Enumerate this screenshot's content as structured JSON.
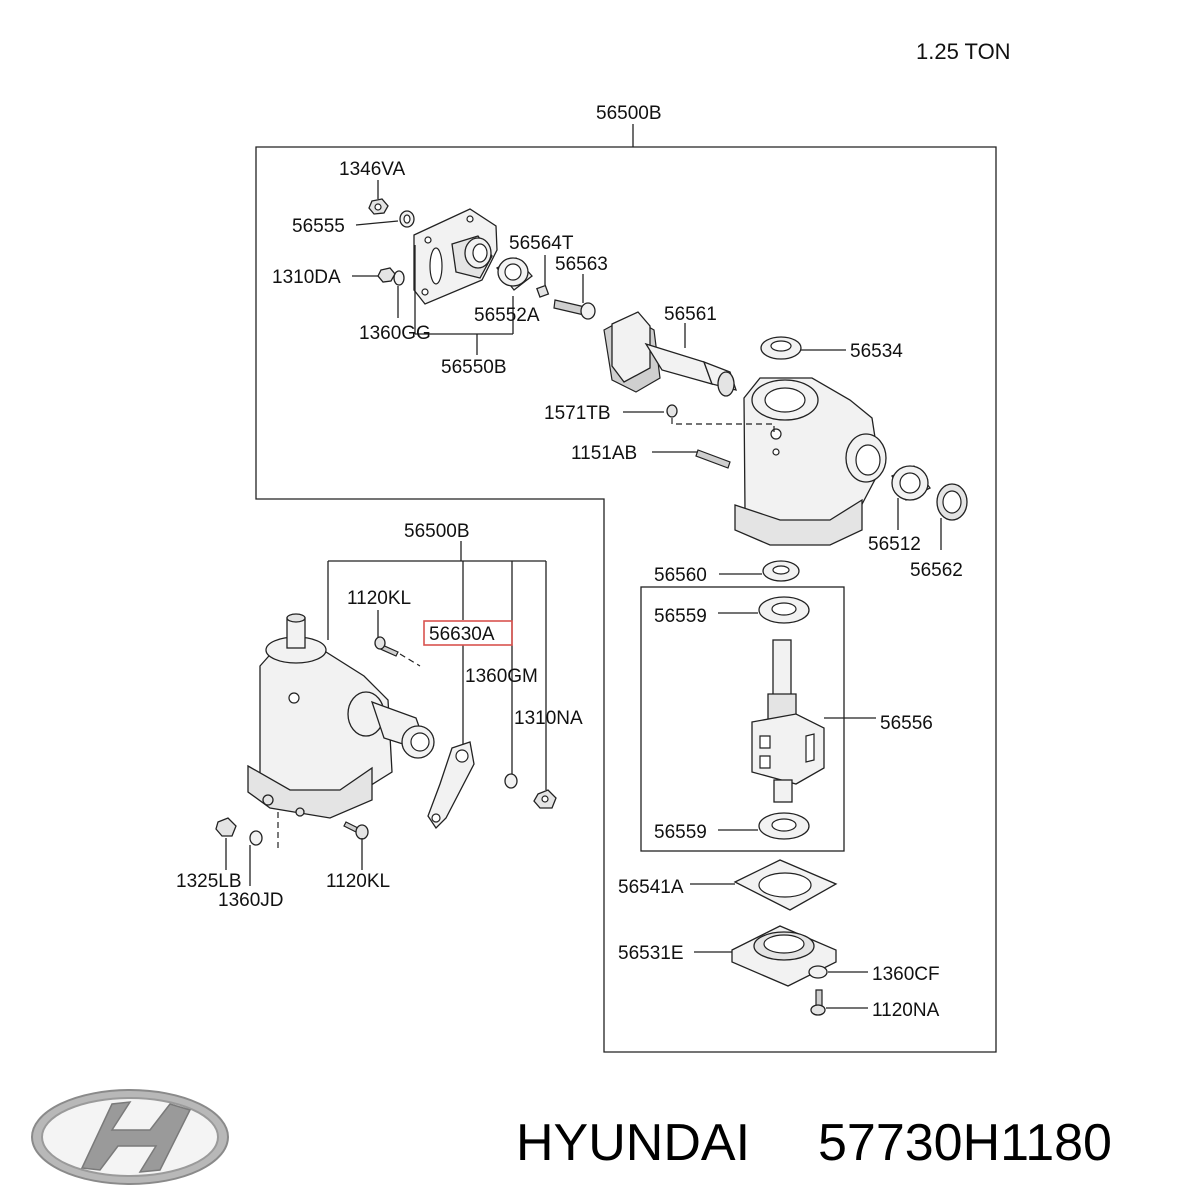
{
  "header": {
    "capacity": "1.25 TON"
  },
  "assembly": {
    "top_label": "56500B",
    "inner_label": "56500B"
  },
  "labels": {
    "p1346VA": "1346VA",
    "p56555": "56555",
    "p1310DA": "1310DA",
    "p1360GG": "1360GG",
    "p56550B": "56550B",
    "p56552A": "56552A",
    "p56564T": "56564T",
    "p56563": "56563",
    "p56561": "56561",
    "p56534": "56534",
    "p1571TB": "1571TB",
    "p1151AB": "1151AB",
    "p56512": "56512",
    "p56562": "56562",
    "p56560": "56560",
    "p56559_top": "56559",
    "p56556": "56556",
    "p56559_bottom": "56559",
    "p56541A": "56541A",
    "p56531E": "56531E",
    "p1360CF": "1360CF",
    "p1120NA": "1120NA",
    "p1120KL_top": "1120KL",
    "p56630A": "56630A",
    "p1360GM": "1360GM",
    "p1310NA": "1310NA",
    "p1325LB": "1325LB",
    "p1360JD": "1360JD",
    "p1120KL_bottom": "1120KL"
  },
  "highlighted_part": "56630A",
  "footer": {
    "brand": "HYUNDAI",
    "part_number": "57730H1180"
  },
  "colors": {
    "highlight": "#d9534f",
    "line": "#222222",
    "logo": "#9a9a9a"
  },
  "icons": {
    "logo": "hyundai-logo-icon"
  }
}
